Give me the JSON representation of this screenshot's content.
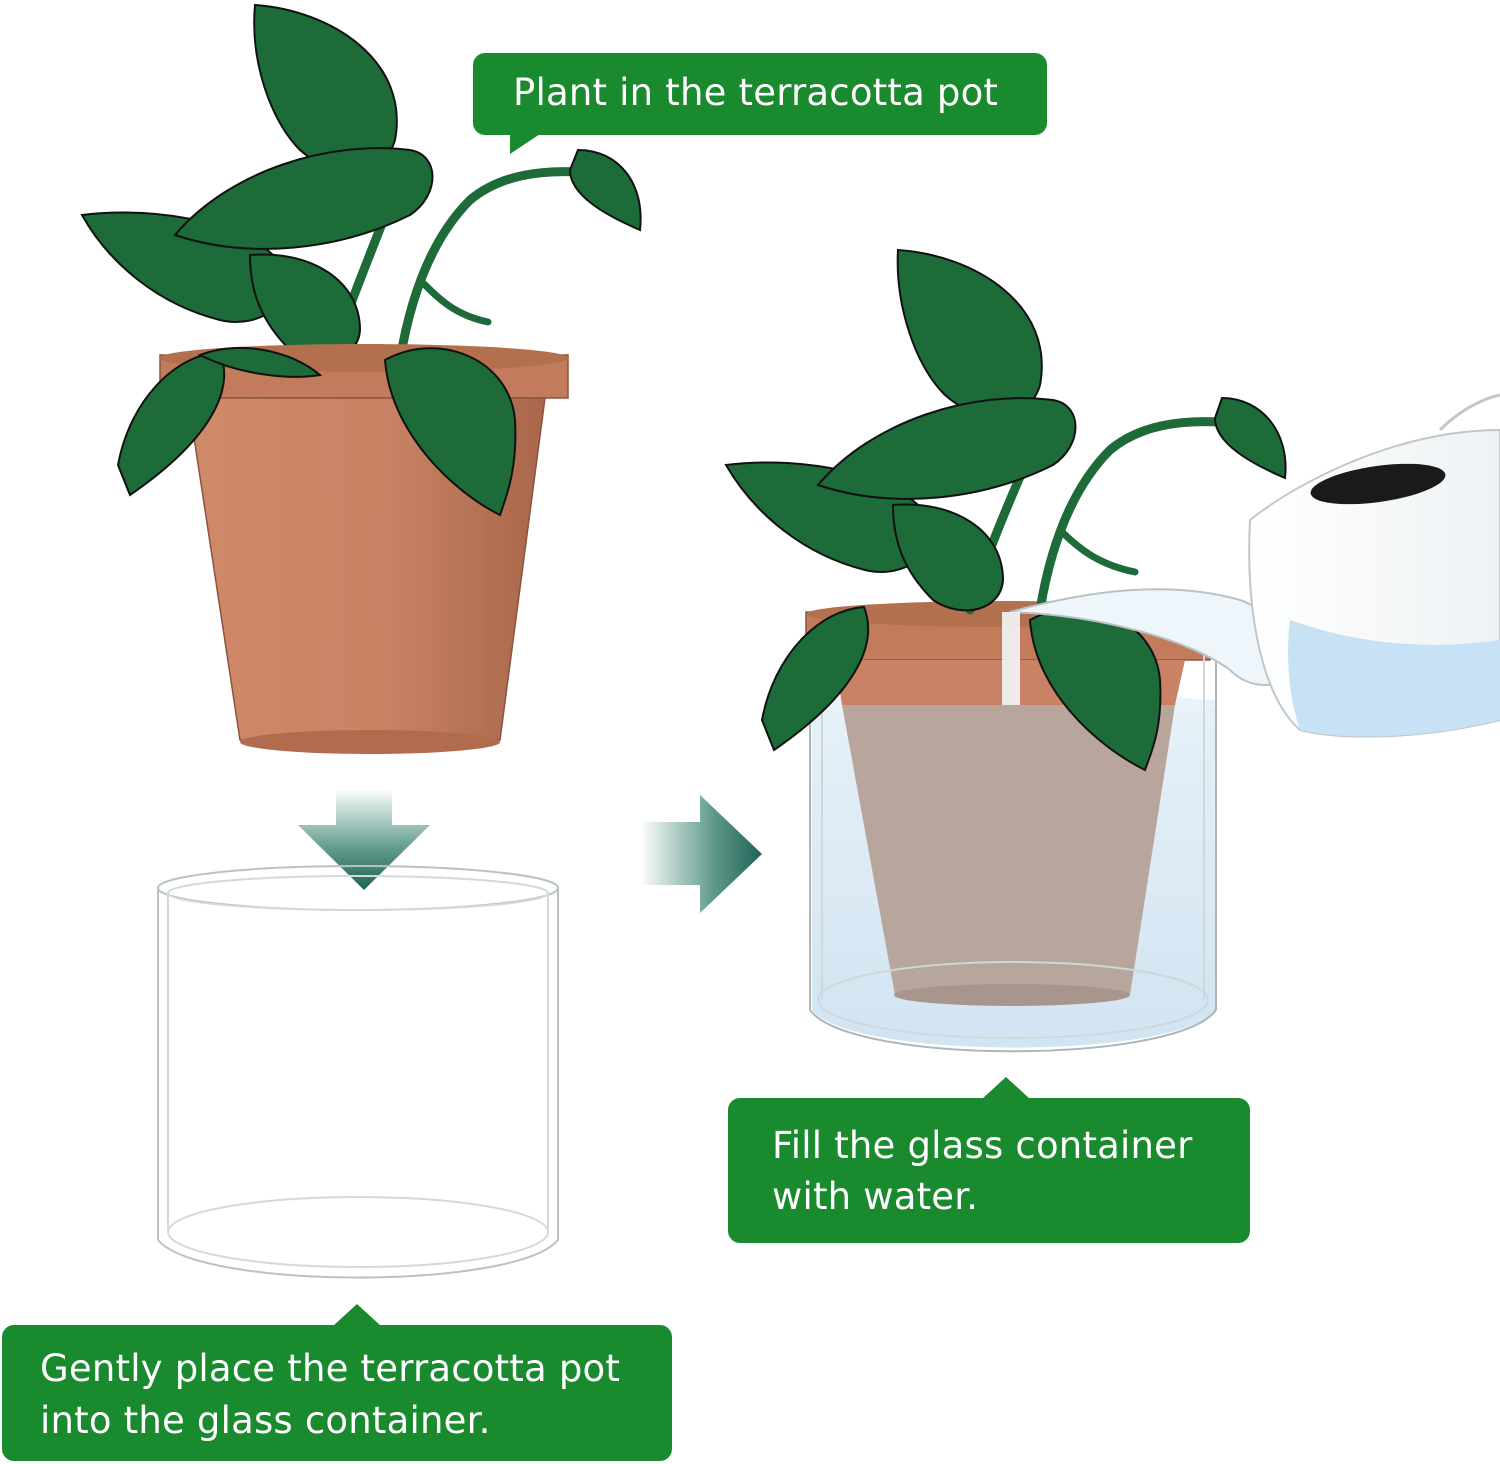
{
  "colors": {
    "bubble_green": "#198a2e",
    "leaf_green": "#1d6b38",
    "terracotta": "#c67f5f",
    "terracotta_dark": "#a9664a",
    "arrow_teal": "#1f6355",
    "glass_outline": "#b9c2c4",
    "water": "#cfe4f2"
  },
  "steps": {
    "step1": {
      "text": "Plant in the terracotta pot"
    },
    "step2": {
      "line1": "Fill the glass container",
      "line2": "with water."
    },
    "step3": {
      "line1": "Gently place the terracotta pot",
      "line2": "into the glass container."
    }
  },
  "icons": [
    "plant-icon",
    "terracotta-pot-icon",
    "glass-container-icon",
    "watering-can-icon",
    "down-arrow-icon",
    "right-arrow-icon"
  ]
}
